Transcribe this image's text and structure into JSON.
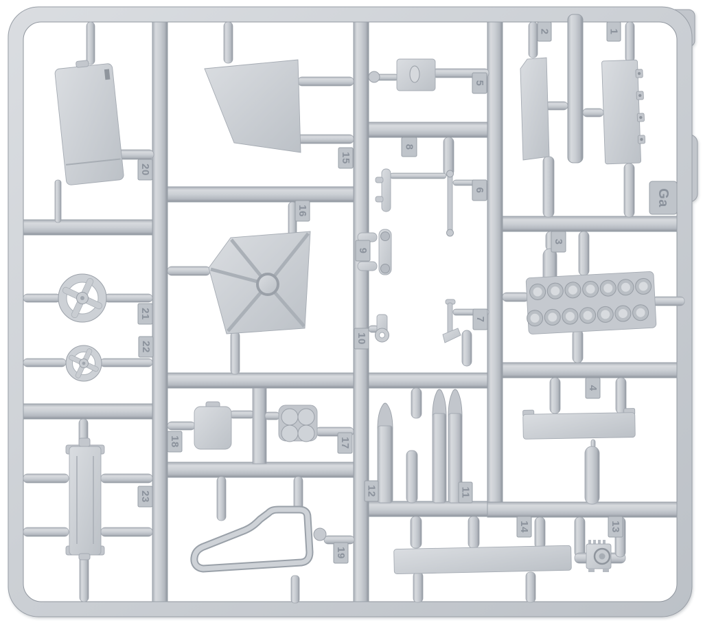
{
  "scene": {
    "type": "model-kit-sprue-photo",
    "description": "Light gray injection-molded plastic sprue (parts tree) of a scale model kit photographed on a white background, with numbered part tags",
    "sprue_letter": "Ga",
    "plastic_color": "#c6cacf",
    "background_color": "#ffffff",
    "part_numbers_visible": [
      "1",
      "2",
      "3",
      "4",
      "5",
      "6",
      "7",
      "8",
      "9",
      "10",
      "11",
      "12",
      "13",
      "14",
      "15",
      "16",
      "17",
      "18",
      "19",
      "20",
      "21",
      "22",
      "23"
    ],
    "tags": [
      {
        "label": "20"
      },
      {
        "label": "15"
      },
      {
        "label": "16"
      },
      {
        "label": "21"
      },
      {
        "label": "22"
      },
      {
        "label": "23"
      },
      {
        "label": "18"
      },
      {
        "label": "17"
      },
      {
        "label": "19"
      },
      {
        "label": "5"
      },
      {
        "label": "8"
      },
      {
        "label": "6"
      },
      {
        "label": "9"
      },
      {
        "label": "10"
      },
      {
        "label": "7"
      },
      {
        "label": "12"
      },
      {
        "label": "11"
      },
      {
        "label": "2"
      },
      {
        "label": "1"
      },
      {
        "label": "3"
      },
      {
        "label": "Ga"
      },
      {
        "label": "4"
      },
      {
        "label": "14"
      },
      {
        "label": "13"
      }
    ]
  }
}
